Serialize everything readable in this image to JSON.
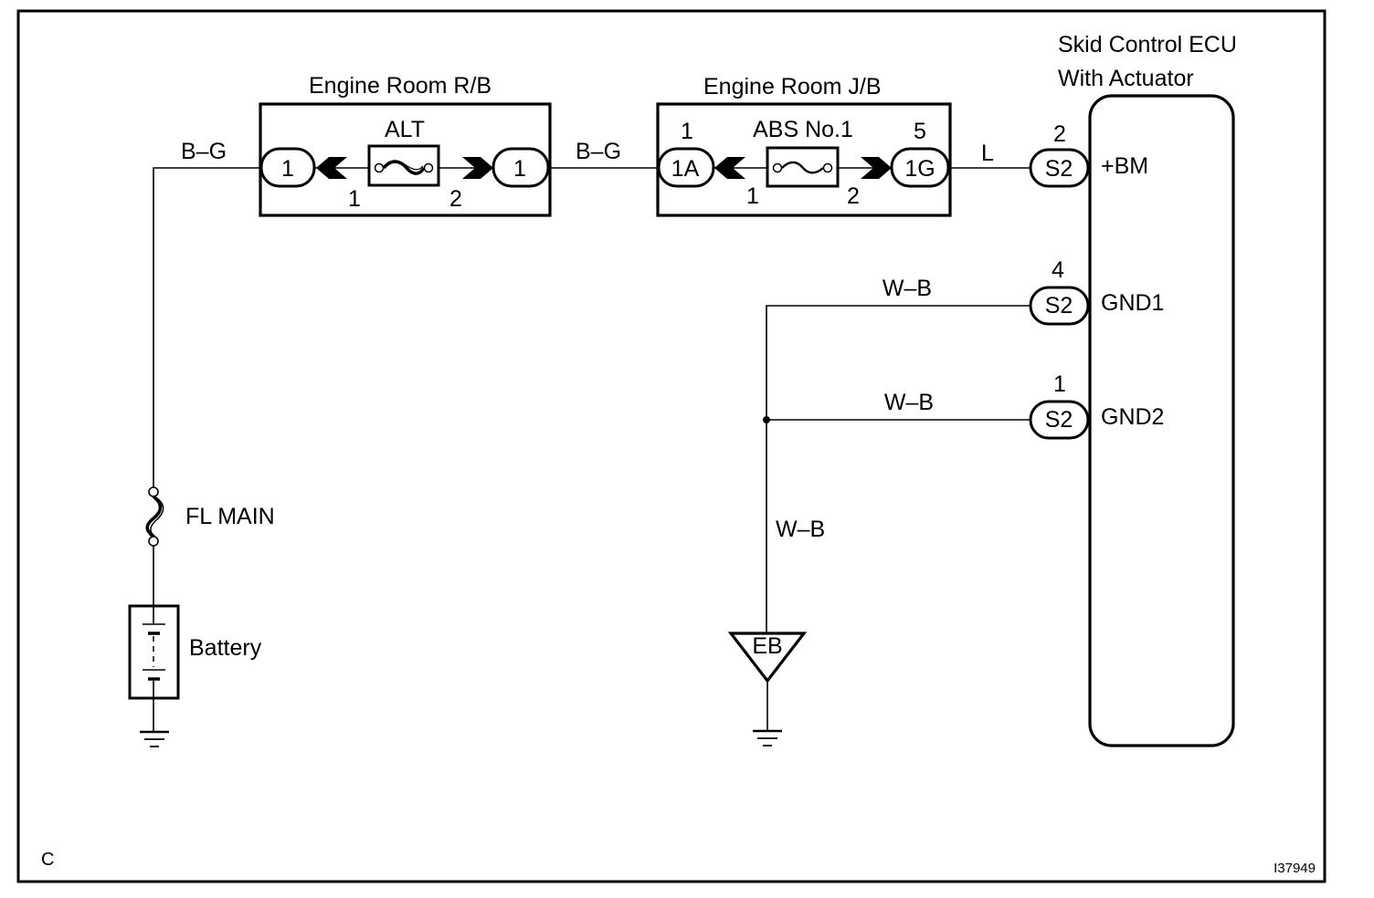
{
  "diagram": {
    "corner_label": "C",
    "figure_id": "I37949",
    "fusible_link": {
      "name": "FL MAIN"
    },
    "battery": {
      "name": "Battery"
    },
    "relay_block": {
      "title": "Engine Room R/B",
      "fuse_name": "ALT",
      "left_connector": "1",
      "right_connector": "1",
      "left_pin": "1",
      "right_pin": "2"
    },
    "junction_block": {
      "title": "Engine Room J/B",
      "fuse_name": "ABS No.1",
      "left_connector": "1A",
      "left_connector_pin": "1",
      "right_connector": "1G",
      "right_connector_pin": "5",
      "left_pin": "1",
      "right_pin": "2"
    },
    "ecu": {
      "title_line1": "Skid Control ECU",
      "title_line2": "With Actuator",
      "terminals": [
        {
          "connector": "S2",
          "pin": "2",
          "name": "+BM",
          "wire_color": "L"
        },
        {
          "connector": "S2",
          "pin": "4",
          "name": "GND1",
          "wire_color": "W–B"
        },
        {
          "connector": "S2",
          "pin": "1",
          "name": "GND2",
          "wire_color": "W–B"
        }
      ]
    },
    "wires": {
      "battery_to_rb": "B–G",
      "rb_to_jb": "B–G",
      "ground_trunk": "W–B"
    },
    "ground_point": "EB"
  }
}
